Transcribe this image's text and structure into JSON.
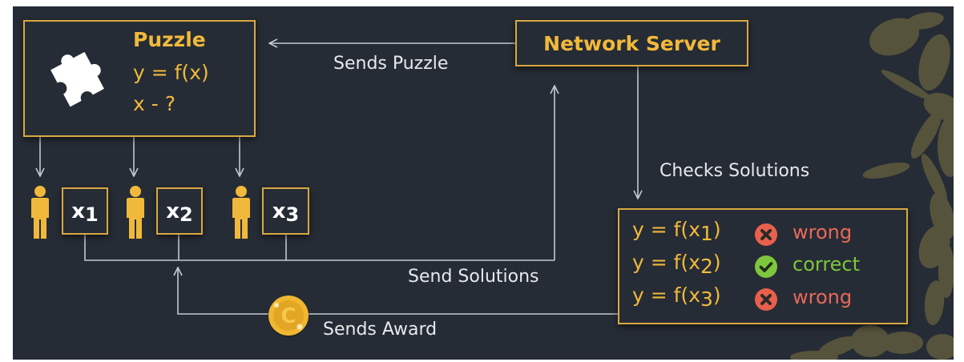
{
  "colors": {
    "background": "#262c35",
    "accent_gold": "#f1b93b",
    "box_border": "#d9a841",
    "arrow": "#c3c9d0",
    "wrong": "#e8604c",
    "correct": "#7dc63d",
    "coin": "#f0b731"
  },
  "puzzle_box": {
    "icon": "puzzle-piece-icon",
    "title": "Puzzle",
    "line1": "y = f(x)",
    "line2": "x - ?"
  },
  "network_server": {
    "title": "Network Server"
  },
  "edges": {
    "sends_puzzle": "Sends Puzzle",
    "checks_solutions": "Checks Solutions",
    "send_solutions": "Send Solutions",
    "sends_award": "Sends Award"
  },
  "miners": [
    {
      "icon": "person-icon",
      "var": "x",
      "sub": "1"
    },
    {
      "icon": "person-icon",
      "var": "x",
      "sub": "2"
    },
    {
      "icon": "person-icon",
      "var": "x",
      "sub": "3"
    }
  ],
  "results": [
    {
      "eq_prefix": "y = f(x",
      "sub": "1",
      "eq_suffix": ")",
      "status": "wrong",
      "icon": "x-circle-icon"
    },
    {
      "eq_prefix": "y = f(x",
      "sub": "2",
      "eq_suffix": ")",
      "status": "correct",
      "icon": "check-circle-icon"
    },
    {
      "eq_prefix": "y = f(x",
      "sub": "3",
      "eq_suffix": ")",
      "status": "wrong",
      "icon": "x-circle-icon"
    }
  ],
  "award_coin": {
    "icon": "coin-icon",
    "glyph": "C"
  }
}
